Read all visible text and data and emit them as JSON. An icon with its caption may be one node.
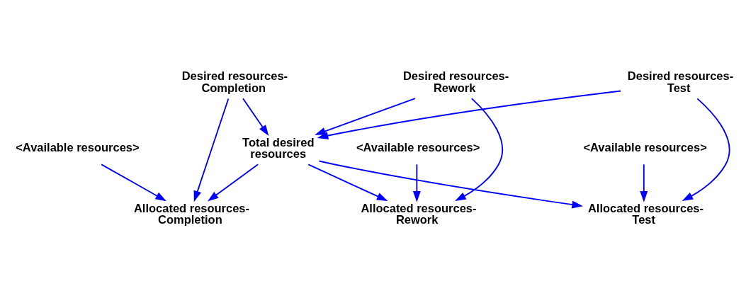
{
  "diagram": {
    "nodes": [
      {
        "text": [
          "Total desired resources"
        ]
      },
      {
        "text": [
          "Desired resources- Completion"
        ]
      },
      {
        "text": [
          "Desired resources- Rework"
        ]
      },
      {
        "text": [
          "Desired resources- Test"
        ]
      },
      {
        "text": [
          "Allocated resources- Completion"
        ]
      },
      {
        "text": [
          "Allocated resources- Rework"
        ]
      },
      {
        "text": [
          "Allocated resources- Test"
        ]
      },
      {
        "text": [
          "<Available resources>"
        ]
      },
      {
        "text": [
          "<Available resources>"
        ]
      },
      {
        "text": [
          "<Available resources>"
        ]
      }
    ],
    "edges": [
      {
        "from": 1,
        "to": 0,
        "arrow": "to"
      },
      {
        "from": 1,
        "to": 4,
        "arrow": "to"
      },
      {
        "from": 0,
        "to": 4,
        "arrow": "to"
      },
      {
        "from": 2,
        "to": 0,
        "arrow": "to"
      },
      {
        "from": 2,
        "to": 5,
        "arrow": "to"
      },
      {
        "from": 0,
        "to": 5,
        "arrow": "to"
      },
      {
        "from": 0,
        "to": 6,
        "arrow": "to"
      },
      {
        "from": 3,
        "to": 0,
        "arrow": "to"
      },
      {
        "from": 3,
        "to": 6,
        "arrow": "to"
      },
      {
        "from": 7,
        "to": 4,
        "arrow": "to"
      },
      {
        "from": 8,
        "to": 5,
        "arrow": "to"
      },
      {
        "from": 9,
        "to": 6,
        "arrow": "to"
      }
    ]
  }
}
